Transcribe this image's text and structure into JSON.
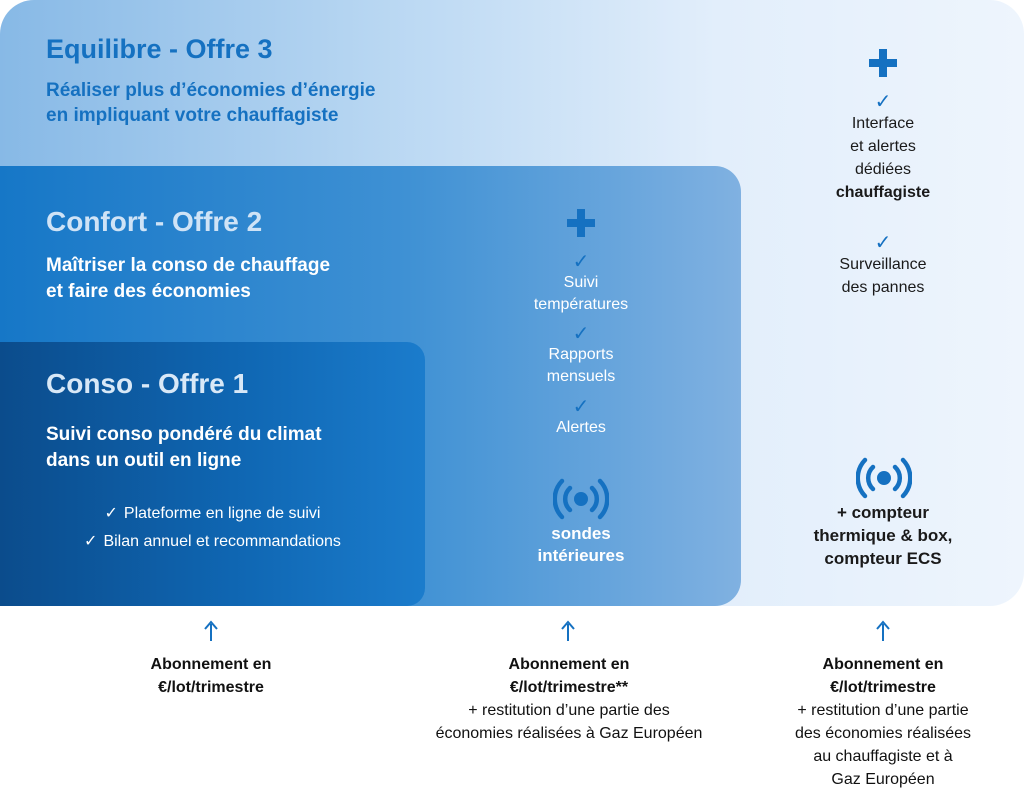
{
  "offre3": {
    "title": "Equilibre - Offre 3",
    "subtitle_line1": "Réaliser plus d’économies d’énergie",
    "subtitle_line2": "en impliquant votre chauffagiste",
    "features": [
      {
        "lines": [
          "Interface",
          "et alertes",
          "dédiées"
        ],
        "bold_line": "chauffagiste"
      },
      {
        "lines": [
          "Surveillance",
          "des pannes"
        ]
      }
    ],
    "device_line1": "+ compteur",
    "device_line2": "thermique & box,",
    "device_line3": "compteur ECS",
    "pricing": {
      "line1": "Abonnement en",
      "line2": "€/lot/trimestre",
      "extra": [
        "+ restitution d’une partie",
        "des économies réalisées",
        "au chauffagiste et à",
        "Gaz Européen"
      ]
    }
  },
  "offre2": {
    "title": "Confort - Offre 2",
    "subtitle_line1": "Maîtriser la conso de chauffage",
    "subtitle_line2": "et faire des économies",
    "features": [
      {
        "lines": [
          "Suivi",
          "températures"
        ]
      },
      {
        "lines": [
          "Rapports",
          "mensuels"
        ]
      },
      {
        "lines": [
          "Alertes"
        ]
      }
    ],
    "device_line1": "sondes",
    "device_line2": "intérieures",
    "pricing": {
      "line1": "Abonnement en",
      "line2": "€/lot/trimestre**",
      "extra": [
        "+ restitution d’une partie des",
        "économies réalisées à Gaz Européen"
      ]
    }
  },
  "offre1": {
    "title": "Conso - Offre 1",
    "subtitle_line1": "Suivi conso pondéré du climat",
    "subtitle_line2": "dans un outil en ligne",
    "features": [
      "Plateforme en ligne de suivi",
      "Bilan annuel et recommandations"
    ],
    "pricing": {
      "line1": "Abonnement en",
      "line2": "€/lot/trimestre"
    }
  },
  "icons": {
    "plus": "plus-icon",
    "check": "✓",
    "sensor": "signal-broadcast-icon",
    "arrow": "arrow-up-icon"
  },
  "colors": {
    "accent": "#1571c1",
    "offre1_bg": "#0f66b2",
    "offre2_bg": "#3f91d4",
    "offre3_bg": "#bcd9f3"
  }
}
